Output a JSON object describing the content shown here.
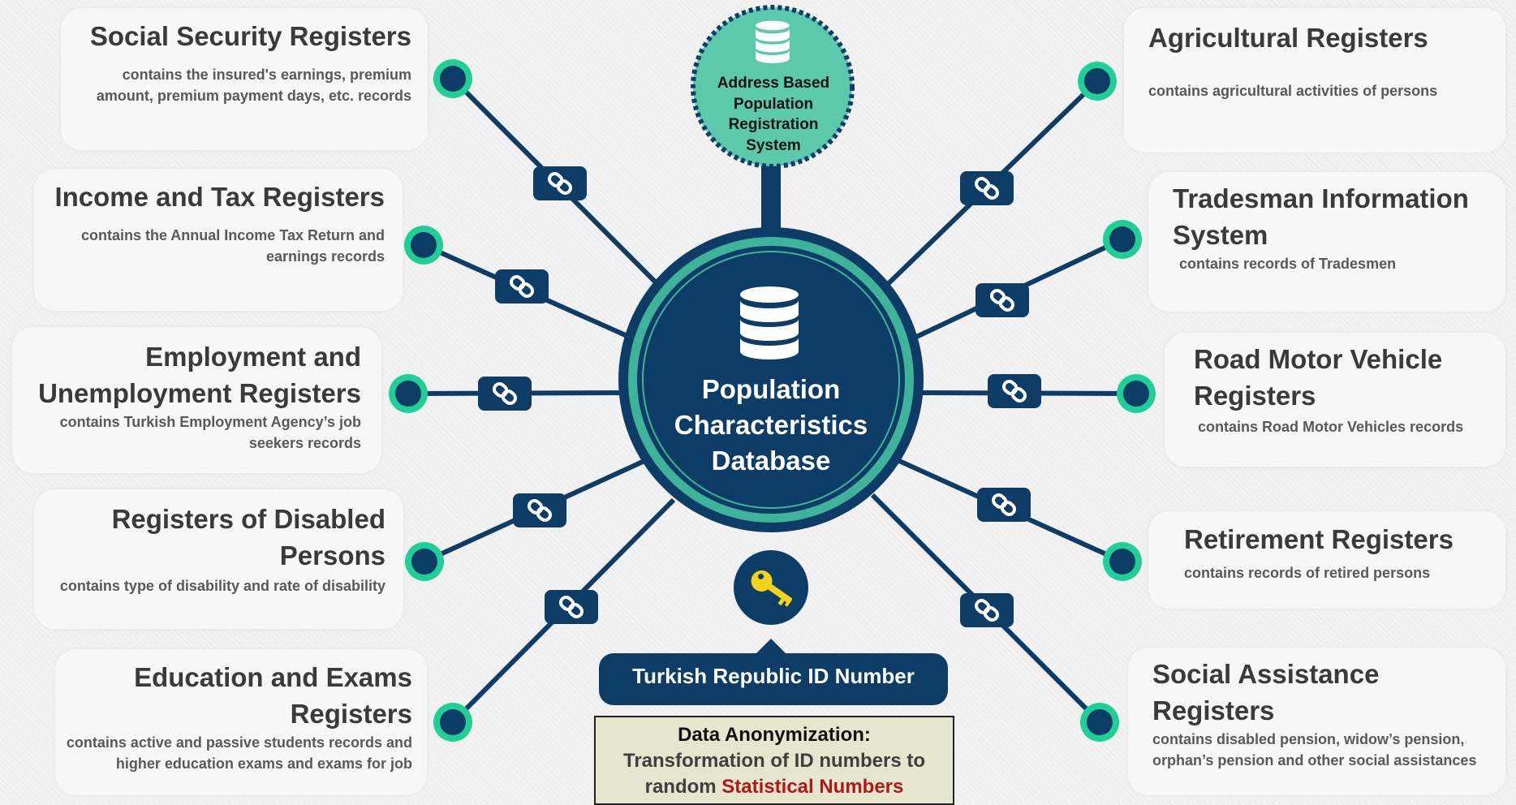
{
  "center": {
    "lines": [
      "Population",
      "Characteristics",
      "Database"
    ]
  },
  "address_node": {
    "lines": [
      "Address Based",
      "Population",
      "Registration",
      "System"
    ]
  },
  "id_label": "Turkish Republic ID Number",
  "anonymization": {
    "title": "Data Anonymization:",
    "line2": "Transformation of ID numbers to",
    "line3_prefix": "random",
    "line3_highlight": "Statistical Numbers"
  },
  "registers": {
    "social_security": {
      "title": [
        "Social Security Registers"
      ],
      "desc": [
        "contains the insured's earnings, premium",
        "amount, premium payment days, etc. records"
      ]
    },
    "income_tax": {
      "title": [
        "Income and Tax Registers"
      ],
      "desc": [
        "contains the Annual Income Tax Return and",
        "earnings records"
      ]
    },
    "employment": {
      "title": [
        "Employment and",
        "Unemployment Registers"
      ],
      "desc": [
        "contains Turkish Employment Agency’s job",
        "seekers records"
      ]
    },
    "disabled": {
      "title": [
        "Registers of Disabled",
        "Persons"
      ],
      "desc": [
        "contains type of disability and rate of disability"
      ]
    },
    "education": {
      "title": [
        "Education and Exams",
        "Registers"
      ],
      "desc": [
        "contains active and passive students records and",
        "higher education exams and exams for job"
      ]
    },
    "agricultural": {
      "title": [
        "Agricultural Registers"
      ],
      "desc": [
        "contains agricultural activities of persons"
      ]
    },
    "tradesman": {
      "title": [
        "Tradesman Information",
        "System"
      ],
      "desc": [
        "contains records of Tradesmen"
      ]
    },
    "road_motor": {
      "title": [
        "Road Motor Vehicle",
        "Registers"
      ],
      "desc": [
        "contains Road Motor Vehicles records"
      ]
    },
    "retirement": {
      "title": [
        "Retirement Registers"
      ],
      "desc": [
        "contains records of retired persons"
      ]
    },
    "social_assistance": {
      "title": [
        "Social Assistance",
        "Registers"
      ],
      "desc": [
        "contains disabled pension, widow’s pension,",
        "orphan’s pension and other social assistances"
      ]
    }
  },
  "colors": {
    "navy": "#0d3d66",
    "teal": "#3fb39a",
    "green_ring": "#1fcf96",
    "yellow_key": "#f4d21c",
    "red_text": "#b01818"
  },
  "icons": [
    "database-icon",
    "link-icon",
    "key-icon"
  ]
}
